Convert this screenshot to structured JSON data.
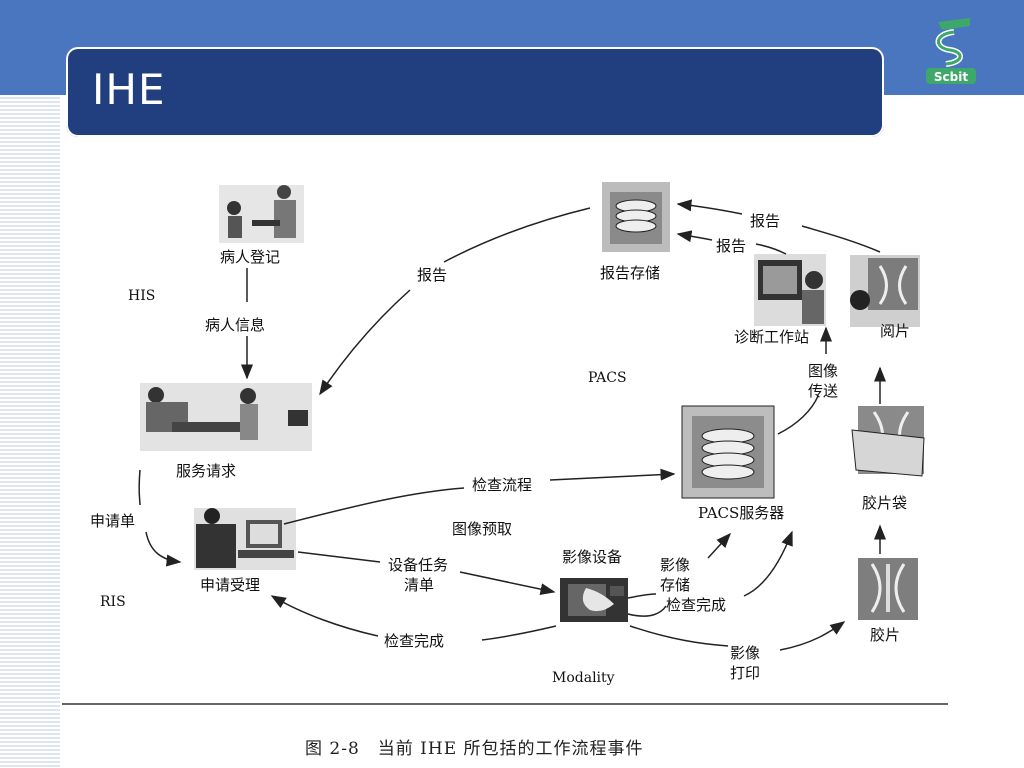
{
  "slide": {
    "title": "IHE",
    "logo_text": "Scbit"
  },
  "diagram": {
    "his": "HIS",
    "ris": "RIS",
    "pacs": "PACS",
    "patient_register": "病人登记",
    "patient_info": "病人信息",
    "service_request": "服务请求",
    "request_form": "申请单",
    "request_accept": "申请受理",
    "exam_flow": "检查流程",
    "image_prefetch": "图像预取",
    "worklist_line1": "设备任务",
    "worklist_line2": "清单",
    "exam_complete_1": "检查完成",
    "exam_complete_2": "检查完成",
    "modality_device": "影像设备",
    "modality": "Modality",
    "image_store_line1": "影像",
    "image_store_line2": "存储",
    "image_print_line1": "影像",
    "image_print_line2": "打印",
    "pacs_server": "PACS服务器",
    "report_storage": "报告存储",
    "report_1": "报告",
    "report_2": "报告",
    "report_3": "报告",
    "diagnostic_ws": "诊断工作站",
    "image_transfer_line1": "图像",
    "image_transfer_line2": "传送",
    "film_reading": "阅片",
    "film_bag": "胶片袋",
    "film": "胶片"
  },
  "caption": "图 2-8　当前 IHE 所包括的工作流程事件",
  "colors": {
    "band": "#4a76c0",
    "title_bar": "#213e7e",
    "logo_green": "#3ea86a"
  }
}
